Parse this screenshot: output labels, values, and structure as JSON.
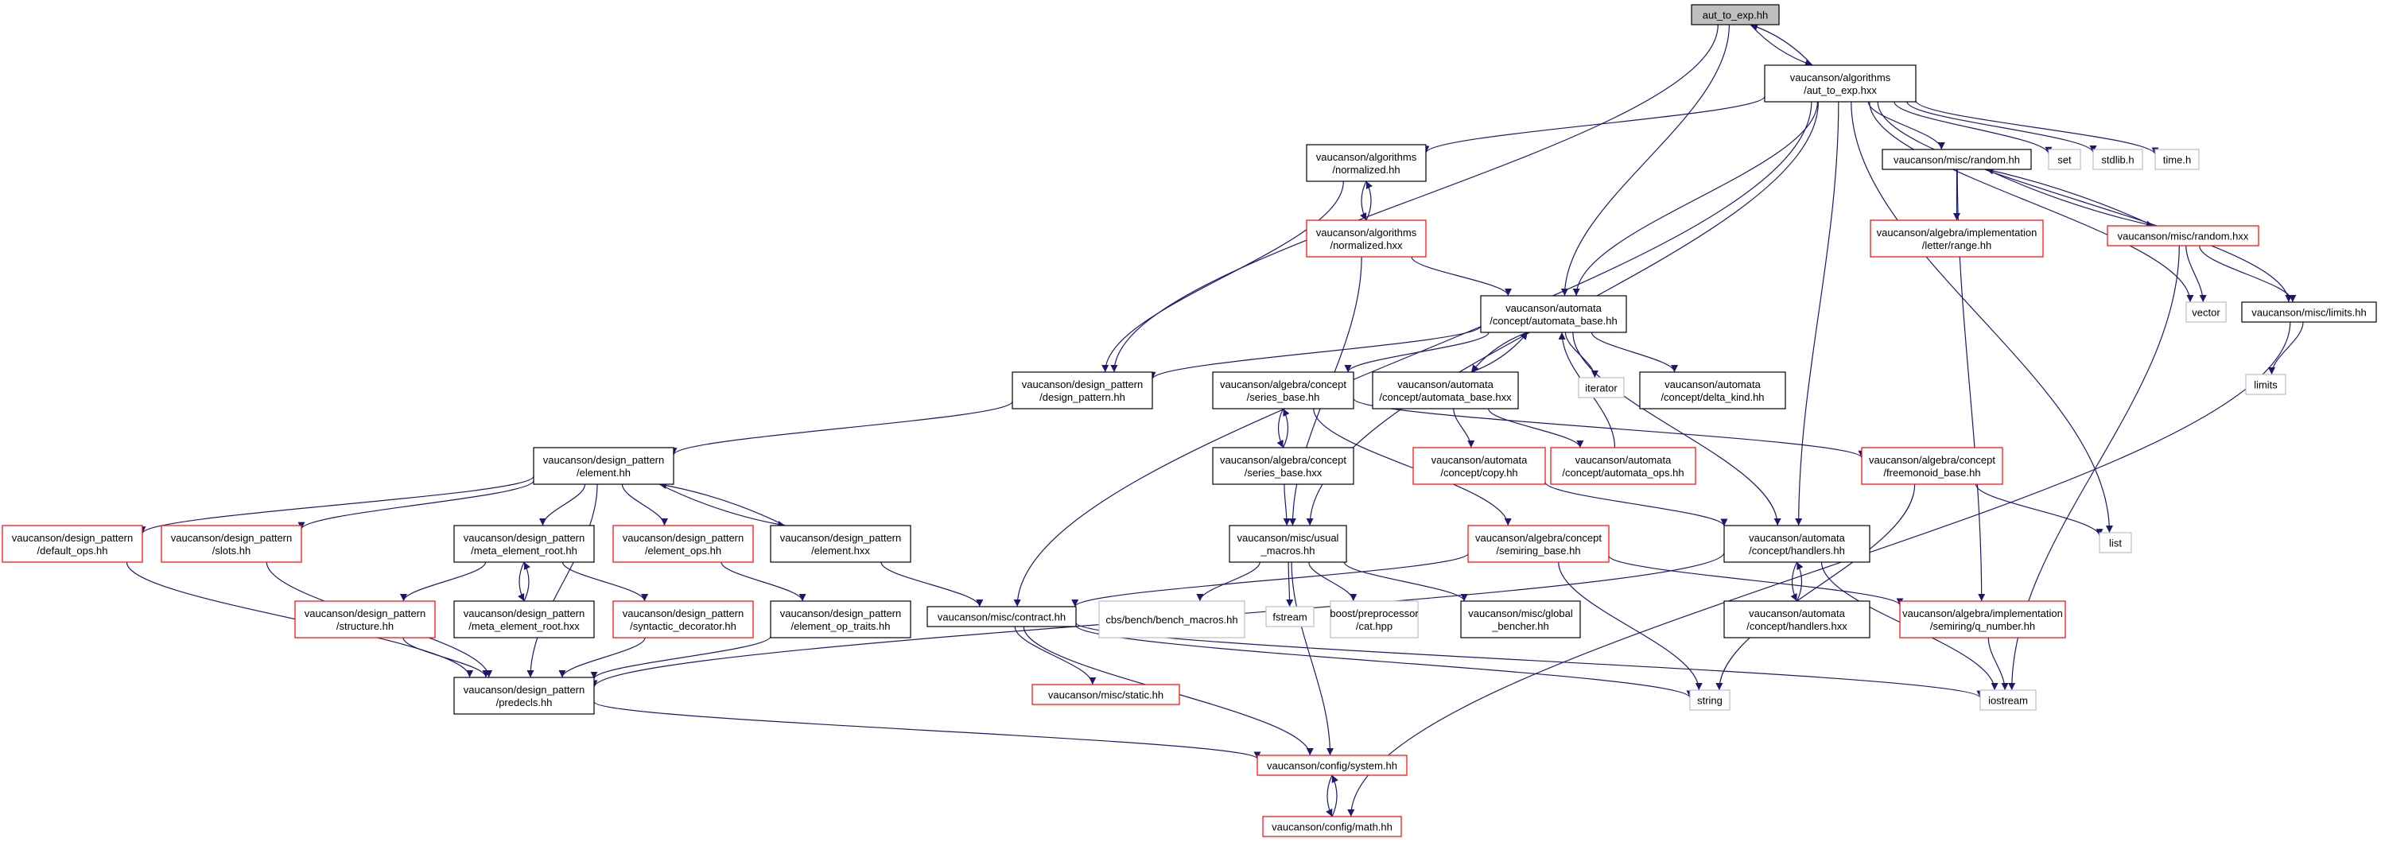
{
  "colors": {
    "edge": "#191970",
    "focus_fill": "#bfbfbf",
    "border_documented": "#000000",
    "border_incomplete": "#ff0000",
    "border_external": "#bfbfbf"
  },
  "graph": {
    "nodes": [
      {
        "id": "n0",
        "name": "node-aut-to-exp-hh",
        "label": [
          "aut_to_exp.hh"
        ],
        "style": "focus"
      },
      {
        "id": "n1",
        "name": "node-algorithms-aut-to-exp-hxx",
        "label": [
          "vaucanson/algorithms",
          "/aut_to_exp.hxx"
        ],
        "style": "doc"
      },
      {
        "id": "n2",
        "name": "node-algorithms-normalized-hh",
        "label": [
          "vaucanson/algorithms",
          "/normalized.hh"
        ],
        "style": "doc"
      },
      {
        "id": "n3",
        "name": "node-algorithms-normalized-hxx",
        "label": [
          "vaucanson/algorithms",
          "/normalized.hxx"
        ],
        "style": "red"
      },
      {
        "id": "n4",
        "name": "node-misc-random-hh",
        "label": [
          "vaucanson/misc/random.hh"
        ],
        "style": "doc"
      },
      {
        "id": "n5",
        "name": "node-set",
        "label": [
          "set"
        ],
        "style": "ext"
      },
      {
        "id": "n6",
        "name": "node-stdlib-h",
        "label": [
          "stdlib.h"
        ],
        "style": "ext"
      },
      {
        "id": "n7",
        "name": "node-time-h",
        "label": [
          "time.h"
        ],
        "style": "ext"
      },
      {
        "id": "n8",
        "name": "node-letter-range-hh",
        "label": [
          "vaucanson/algebra/implementation",
          "/letter/range.hh"
        ],
        "style": "red"
      },
      {
        "id": "n9",
        "name": "node-misc-random-hxx",
        "label": [
          "vaucanson/misc/random.hxx"
        ],
        "style": "red"
      },
      {
        "id": "n10",
        "name": "node-automata-base-hh",
        "label": [
          "vaucanson/automata",
          "/concept/automata_base.hh"
        ],
        "style": "doc"
      },
      {
        "id": "n11",
        "name": "node-vector",
        "label": [
          "vector"
        ],
        "style": "ext"
      },
      {
        "id": "n12",
        "name": "node-misc-limits-hh",
        "label": [
          "vaucanson/misc/limits.hh"
        ],
        "style": "doc"
      },
      {
        "id": "n13",
        "name": "node-limits",
        "label": [
          "limits"
        ],
        "style": "ext"
      },
      {
        "id": "n14",
        "name": "node-design-pattern-hh",
        "label": [
          "vaucanson/design_pattern",
          "/design_pattern.hh"
        ],
        "style": "doc"
      },
      {
        "id": "n15",
        "name": "node-series-base-hh",
        "label": [
          "vaucanson/algebra/concept",
          "/series_base.hh"
        ],
        "style": "doc"
      },
      {
        "id": "n16",
        "name": "node-automata-base-hxx",
        "label": [
          "vaucanson/automata",
          "/concept/automata_base.hxx"
        ],
        "style": "doc"
      },
      {
        "id": "n17",
        "name": "node-iterator",
        "label": [
          "iterator"
        ],
        "style": "ext"
      },
      {
        "id": "n18",
        "name": "node-delta-kind-hh",
        "label": [
          "vaucanson/automata",
          "/concept/delta_kind.hh"
        ],
        "style": "doc"
      },
      {
        "id": "n19",
        "name": "node-element-hh",
        "label": [
          "vaucanson/design_pattern",
          "/element.hh"
        ],
        "style": "doc"
      },
      {
        "id": "n20",
        "name": "node-series-base-hxx",
        "label": [
          "vaucanson/algebra/concept",
          "/series_base.hxx"
        ],
        "style": "doc"
      },
      {
        "id": "n21",
        "name": "node-copy-hh",
        "label": [
          "vaucanson/automata",
          "/concept/copy.hh"
        ],
        "style": "red"
      },
      {
        "id": "n22",
        "name": "node-automata-ops-hh",
        "label": [
          "vaucanson/automata",
          "/concept/automata_ops.hh"
        ],
        "style": "red"
      },
      {
        "id": "n23",
        "name": "node-freemonoid-base-hh",
        "label": [
          "vaucanson/algebra/concept",
          "/freemonoid_base.hh"
        ],
        "style": "red"
      },
      {
        "id": "n24",
        "name": "node-list",
        "label": [
          "list"
        ],
        "style": "ext"
      },
      {
        "id": "n25",
        "name": "node-default-ops-hh",
        "label": [
          "vaucanson/design_pattern",
          "/default_ops.hh"
        ],
        "style": "red"
      },
      {
        "id": "n26",
        "name": "node-slots-hh",
        "label": [
          "vaucanson/design_pattern",
          "/slots.hh"
        ],
        "style": "red"
      },
      {
        "id": "n27",
        "name": "node-meta-element-root-hh",
        "label": [
          "vaucanson/design_pattern",
          "/meta_element_root.hh"
        ],
        "style": "doc"
      },
      {
        "id": "n28",
        "name": "node-element-ops-hh",
        "label": [
          "vaucanson/design_pattern",
          "/element_ops.hh"
        ],
        "style": "red"
      },
      {
        "id": "n29",
        "name": "node-element-hxx",
        "label": [
          "vaucanson/design_pattern",
          "/element.hxx"
        ],
        "style": "doc"
      },
      {
        "id": "n30",
        "name": "node-misc-usual-macros-hh",
        "label": [
          "vaucanson/misc/usual",
          "_macros.hh"
        ],
        "style": "doc"
      },
      {
        "id": "n31",
        "name": "node-semiring-base-hh",
        "label": [
          "vaucanson/algebra/concept",
          "/semiring_base.hh"
        ],
        "style": "red"
      },
      {
        "id": "n32",
        "name": "node-handlers-hh",
        "label": [
          "vaucanson/automata",
          "/concept/handlers.hh"
        ],
        "style": "doc"
      },
      {
        "id": "n33",
        "name": "node-structure-hh",
        "label": [
          "vaucanson/design_pattern",
          "/structure.hh"
        ],
        "style": "red"
      },
      {
        "id": "n34",
        "name": "node-meta-element-root-hxx",
        "label": [
          "vaucanson/design_pattern",
          "/meta_element_root.hxx"
        ],
        "style": "doc"
      },
      {
        "id": "n35",
        "name": "node-syntactic-decorator-hh",
        "label": [
          "vaucanson/design_pattern",
          "/syntactic_decorator.hh"
        ],
        "style": "red"
      },
      {
        "id": "n36",
        "name": "node-element-op-traits-hh",
        "label": [
          "vaucanson/design_pattern",
          "/element_op_traits.hh"
        ],
        "style": "doc"
      },
      {
        "id": "n37",
        "name": "node-misc-contract-hh",
        "label": [
          "vaucanson/misc/contract.hh"
        ],
        "style": "doc"
      },
      {
        "id": "n38",
        "name": "node-bench-macros-hh",
        "label": [
          "cbs/bench/bench_macros.hh"
        ],
        "style": "ext"
      },
      {
        "id": "n39",
        "name": "node-fstream",
        "label": [
          "fstream"
        ],
        "style": "ext"
      },
      {
        "id": "n40",
        "name": "node-preprocessor-cat-hpp",
        "label": [
          "boost/preprocessor",
          "/cat.hpp"
        ],
        "style": "ext"
      },
      {
        "id": "n41",
        "name": "node-misc-global-bencher-hh",
        "label": [
          "vaucanson/misc/global",
          "_bencher.hh"
        ],
        "style": "doc"
      },
      {
        "id": "n42",
        "name": "node-handlers-hxx",
        "label": [
          "vaucanson/automata",
          "/concept/handlers.hxx"
        ],
        "style": "doc"
      },
      {
        "id": "n43",
        "name": "node-q-number-hh",
        "label": [
          "vaucanson/algebra/implementation",
          "/semiring/q_number.hh"
        ],
        "style": "red"
      },
      {
        "id": "n44",
        "name": "node-predecls-hh",
        "label": [
          "vaucanson/design_pattern",
          "/predecls.hh"
        ],
        "style": "doc"
      },
      {
        "id": "n45",
        "name": "node-misc-static-hh",
        "label": [
          "vaucanson/misc/static.hh"
        ],
        "style": "red"
      },
      {
        "id": "n46",
        "name": "node-string",
        "label": [
          "string"
        ],
        "style": "ext"
      },
      {
        "id": "n47",
        "name": "node-iostream",
        "label": [
          "iostream"
        ],
        "style": "ext"
      },
      {
        "id": "n48",
        "name": "node-config-system-hh",
        "label": [
          "vaucanson/config/system.hh"
        ],
        "style": "red"
      },
      {
        "id": "n49",
        "name": "node-config-math-hh",
        "label": [
          "vaucanson/config/math.hh"
        ],
        "style": "red"
      }
    ],
    "edges": [
      [
        "n0",
        "n1"
      ],
      [
        "n1",
        "n0"
      ],
      [
        "n0",
        "n14"
      ],
      [
        "n0",
        "n10"
      ],
      [
        "n1",
        "n2"
      ],
      [
        "n1",
        "n4"
      ],
      [
        "n1",
        "n5"
      ],
      [
        "n1",
        "n6"
      ],
      [
        "n1",
        "n7"
      ],
      [
        "n1",
        "n11"
      ],
      [
        "n1",
        "n12"
      ],
      [
        "n1",
        "n10"
      ],
      [
        "n1",
        "n32"
      ],
      [
        "n1",
        "n24"
      ],
      [
        "n1",
        "n30"
      ],
      [
        "n1",
        "n37"
      ],
      [
        "n2",
        "n3"
      ],
      [
        "n3",
        "n2"
      ],
      [
        "n2",
        "n14"
      ],
      [
        "n3",
        "n10"
      ],
      [
        "n3",
        "n30"
      ],
      [
        "n4",
        "n8"
      ],
      [
        "n4",
        "n9"
      ],
      [
        "n9",
        "n4"
      ],
      [
        "n4",
        "n43"
      ],
      [
        "n9",
        "n11"
      ],
      [
        "n9",
        "n12"
      ],
      [
        "n9",
        "n47"
      ],
      [
        "n12",
        "n13"
      ],
      [
        "n12",
        "n49"
      ],
      [
        "n10",
        "n14"
      ],
      [
        "n10",
        "n15"
      ],
      [
        "n10",
        "n16"
      ],
      [
        "n16",
        "n10"
      ],
      [
        "n10",
        "n17"
      ],
      [
        "n10",
        "n18"
      ],
      [
        "n10",
        "n32"
      ],
      [
        "n14",
        "n19"
      ],
      [
        "n15",
        "n20"
      ],
      [
        "n20",
        "n15"
      ],
      [
        "n15",
        "n23"
      ],
      [
        "n15",
        "n31"
      ],
      [
        "n20",
        "n30"
      ],
      [
        "n16",
        "n21"
      ],
      [
        "n16",
        "n22"
      ],
      [
        "n22",
        "n10"
      ],
      [
        "n21",
        "n32"
      ],
      [
        "n23",
        "n24"
      ],
      [
        "n23",
        "n46"
      ],
      [
        "n19",
        "n25"
      ],
      [
        "n19",
        "n26"
      ],
      [
        "n19",
        "n27"
      ],
      [
        "n19",
        "n28"
      ],
      [
        "n19",
        "n29"
      ],
      [
        "n29",
        "n19"
      ],
      [
        "n19",
        "n44"
      ],
      [
        "n25",
        "n44"
      ],
      [
        "n26",
        "n44"
      ],
      [
        "n27",
        "n33"
      ],
      [
        "n27",
        "n34"
      ],
      [
        "n34",
        "n27"
      ],
      [
        "n27",
        "n35"
      ],
      [
        "n28",
        "n36"
      ],
      [
        "n29",
        "n37"
      ],
      [
        "n33",
        "n44"
      ],
      [
        "n35",
        "n44"
      ],
      [
        "n36",
        "n44"
      ],
      [
        "n30",
        "n38"
      ],
      [
        "n30",
        "n39"
      ],
      [
        "n30",
        "n40"
      ],
      [
        "n30",
        "n41"
      ],
      [
        "n30",
        "n48"
      ],
      [
        "n31",
        "n37"
      ],
      [
        "n31",
        "n43"
      ],
      [
        "n31",
        "n46"
      ],
      [
        "n32",
        "n42"
      ],
      [
        "n42",
        "n32"
      ],
      [
        "n32",
        "n44"
      ],
      [
        "n32",
        "n47"
      ],
      [
        "n43",
        "n47"
      ],
      [
        "n37",
        "n45"
      ],
      [
        "n37",
        "n46"
      ],
      [
        "n37",
        "n47"
      ],
      [
        "n37",
        "n48"
      ],
      [
        "n44",
        "n48"
      ],
      [
        "n48",
        "n49"
      ],
      [
        "n49",
        "n48"
      ]
    ]
  }
}
